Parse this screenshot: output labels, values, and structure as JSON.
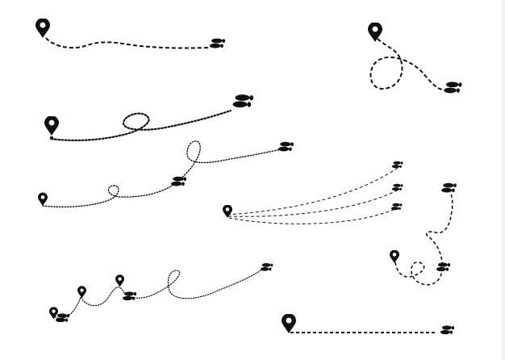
{
  "theme": {
    "background": "#ffffff",
    "ink": "#111111"
  },
  "icons": {
    "start": "map-pin-icon",
    "end": "footprints-icon"
  },
  "routes": [
    {
      "id": "wave-short",
      "dash": "dashed"
    },
    {
      "id": "loop-right",
      "dash": "dashed"
    },
    {
      "id": "oval-loop",
      "dash": "dotted"
    },
    {
      "id": "double-loop",
      "dash": "dotted"
    },
    {
      "id": "triple-fan",
      "dash": "dashed"
    },
    {
      "id": "loop-up",
      "dash": "dashed"
    },
    {
      "id": "multi-stop",
      "dash": "dotted"
    },
    {
      "id": "straight",
      "dash": "dashed"
    }
  ]
}
